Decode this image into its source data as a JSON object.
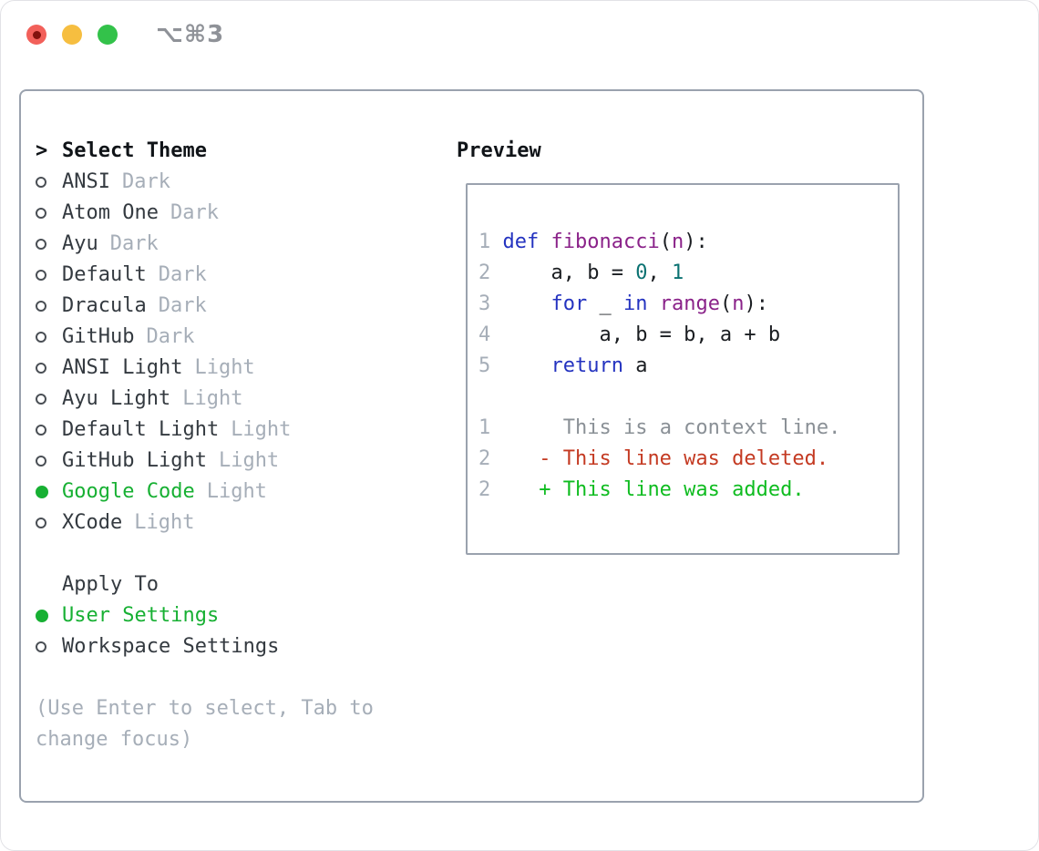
{
  "window": {
    "title": "⌥⌘3",
    "traffic_lights": [
      {
        "name": "close",
        "color": "#f2605a"
      },
      {
        "name": "minimize",
        "color": "#f6be40"
      },
      {
        "name": "zoom",
        "color": "#33c24a"
      }
    ]
  },
  "theme_picker": {
    "header": "Select Theme",
    "cursor": ">",
    "themes": [
      {
        "name": "ANSI",
        "variant": "Dark",
        "selected": false
      },
      {
        "name": "Atom One",
        "variant": "Dark",
        "selected": false
      },
      {
        "name": "Ayu",
        "variant": "Dark",
        "selected": false
      },
      {
        "name": "Default",
        "variant": "Dark",
        "selected": false
      },
      {
        "name": "Dracula",
        "variant": "Dark",
        "selected": false
      },
      {
        "name": "GitHub",
        "variant": "Dark",
        "selected": false
      },
      {
        "name": "ANSI Light",
        "variant": "Light",
        "selected": false
      },
      {
        "name": "Ayu Light",
        "variant": "Light",
        "selected": false
      },
      {
        "name": "Default Light",
        "variant": "Light",
        "selected": false
      },
      {
        "name": "GitHub Light",
        "variant": "Light",
        "selected": false
      },
      {
        "name": "Google Code",
        "variant": "Light",
        "selected": true
      },
      {
        "name": "XCode",
        "variant": "Light",
        "selected": false
      }
    ],
    "apply_to": {
      "header": "Apply To",
      "options": [
        {
          "label": "User Settings",
          "selected": true
        },
        {
          "label": "Workspace Settings",
          "selected": false
        }
      ]
    },
    "hint": "(Use Enter to select, Tab to change focus)"
  },
  "preview": {
    "header": "Preview",
    "code": {
      "lines": [
        {
          "number": "1",
          "segments": [
            [
              "def",
              "keyword"
            ],
            [
              " ",
              "plain"
            ],
            [
              "fibonacci",
              "function"
            ],
            [
              "(",
              "plain"
            ],
            [
              "n",
              "function"
            ],
            [
              "):",
              "plain"
            ]
          ]
        },
        {
          "number": "2",
          "segments": [
            [
              "    a, b = ",
              "plain"
            ],
            [
              "0",
              "number"
            ],
            [
              ", ",
              "plain"
            ],
            [
              "1",
              "number"
            ]
          ]
        },
        {
          "number": "3",
          "segments": [
            [
              "    ",
              "plain"
            ],
            [
              "for",
              "keyword"
            ],
            [
              " _ ",
              "plain"
            ],
            [
              "in",
              "keyword"
            ],
            [
              " ",
              "plain"
            ],
            [
              "range",
              "function"
            ],
            [
              "(",
              "plain"
            ],
            [
              "n",
              "function"
            ],
            [
              "):",
              "plain"
            ]
          ]
        },
        {
          "number": "4",
          "segments": [
            [
              "        a, b = b, a + b",
              "plain"
            ]
          ]
        },
        {
          "number": "5",
          "segments": [
            [
              "    ",
              "plain"
            ],
            [
              "return",
              "keyword"
            ],
            [
              " a",
              "plain"
            ]
          ]
        }
      ]
    },
    "diff": {
      "lines": [
        {
          "number": "1",
          "marker": "",
          "text": "This is a context line.",
          "kind": "context"
        },
        {
          "number": "2",
          "marker": "-",
          "text": "This line was deleted.",
          "kind": "deleted"
        },
        {
          "number": "2",
          "marker": "+",
          "text": "This line was added.",
          "kind": "added"
        }
      ]
    }
  },
  "icons": {
    "radio_selected": "filled-circle",
    "radio_unselected": "hollow-circle",
    "cursor": "greater-than"
  },
  "colors": {
    "accent_green": "#17b033",
    "keyword_blue": "#2433c0",
    "function_purple": "#8a2289",
    "number_teal": "#0b7272",
    "deleted_red": "#c43a22",
    "added_green": "#0fbc20",
    "muted_gray": "#a6aeb8",
    "line_number_gray": "#a6aeb8",
    "context_gray": "#8a9096",
    "panel_border_gray": "#9aa2ae"
  }
}
